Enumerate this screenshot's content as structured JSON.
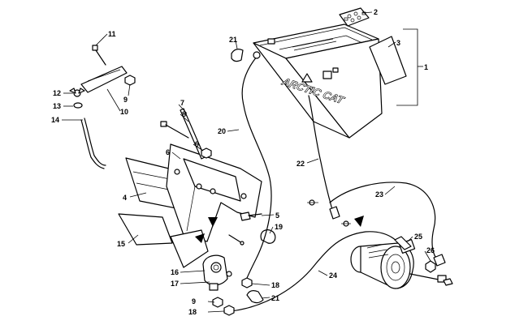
{
  "battery": {
    "brand_text": "ARCTIC CAT"
  },
  "callouts": [
    {
      "id": "c1",
      "label": "1"
    },
    {
      "id": "c2",
      "label": "2"
    },
    {
      "id": "c3",
      "label": "3"
    },
    {
      "id": "c4",
      "label": "4"
    },
    {
      "id": "c5",
      "label": "5"
    },
    {
      "id": "c6",
      "label": "6"
    },
    {
      "id": "c7",
      "label": "7"
    },
    {
      "id": "c8",
      "label": "8"
    },
    {
      "id": "c9a",
      "label": "9"
    },
    {
      "id": "c9b",
      "label": "9"
    },
    {
      "id": "c9c",
      "label": "9"
    },
    {
      "id": "c10",
      "label": "10"
    },
    {
      "id": "c11",
      "label": "11"
    },
    {
      "id": "c12",
      "label": "12"
    },
    {
      "id": "c13",
      "label": "13"
    },
    {
      "id": "c14",
      "label": "14"
    },
    {
      "id": "c15",
      "label": "15"
    },
    {
      "id": "c16",
      "label": "16"
    },
    {
      "id": "c17",
      "label": "17"
    },
    {
      "id": "c18a",
      "label": "18"
    },
    {
      "id": "c18b",
      "label": "18"
    },
    {
      "id": "c19",
      "label": "19"
    },
    {
      "id": "c20",
      "label": "20"
    },
    {
      "id": "c21a",
      "label": "21"
    },
    {
      "id": "c21b",
      "label": "21"
    },
    {
      "id": "c22",
      "label": "22"
    },
    {
      "id": "c23",
      "label": "23"
    },
    {
      "id": "c24",
      "label": "24"
    },
    {
      "id": "c25",
      "label": "25"
    },
    {
      "id": "c26",
      "label": "26"
    }
  ]
}
